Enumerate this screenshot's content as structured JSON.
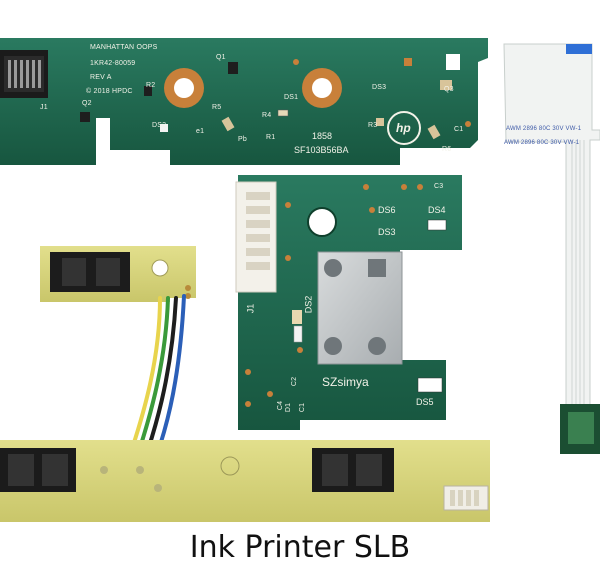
{
  "caption": "Ink Printer SLB",
  "board_top": {
    "line1": "MANHATTAN OOPS",
    "line2": "1KR42-80059",
    "line3": "REV A",
    "line4": "© 2018 HPDC",
    "labels": {
      "q1": "Q1",
      "q2": "Q2",
      "q3": "Q3",
      "r2": "R2",
      "r4": "R4",
      "r1": "R1",
      "r3": "R3",
      "r5": "R5",
      "r6": "R6",
      "c1": "C1",
      "ds1": "DS1",
      "ds2": "DS2",
      "ds3": "DS3",
      "j1": "J1",
      "e1": "e1",
      "pb": "Pb",
      "code1": "1858",
      "code2": "SF103B56BA",
      "brand": "hp"
    }
  },
  "board_middle": {
    "labels": {
      "c3": "C3",
      "ds6": "DS6",
      "ds4": "DS4",
      "ds3": "DS3",
      "ds2": "DS2",
      "j1": "J1",
      "c4": "C4",
      "c2": "C2",
      "d1": "D1",
      "c1": "C1",
      "maker": "SZsimya",
      "ds5": "DS5"
    }
  },
  "flex_cable": {
    "line1": "AWM 2896 80C 30V VW-1",
    "line2": "AWM 2896 80C 30V VW-1"
  },
  "colors": {
    "pcb_green": "#1f6b52",
    "pcb_green_dark": "#16513d",
    "pcb_yellow": "#d9d67c",
    "copper": "#c8803a",
    "white": "#ffffff",
    "flex_blue": "#2f6fd6",
    "caption": "#111111"
  }
}
